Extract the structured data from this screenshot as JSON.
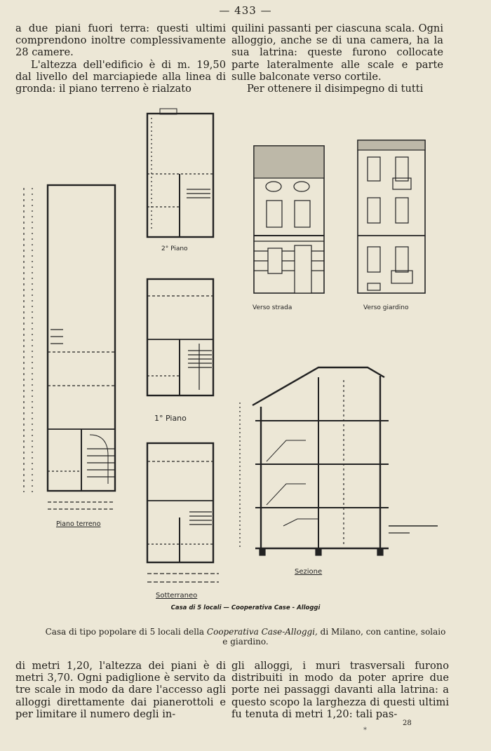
{
  "page_number": "— 433 —",
  "top_left": {
    "p1": "a due piani fuori terra: questi ultimi comprendono inoltre complessivamente 28 camere.",
    "p2": "L'altezza dell'edificio è di m. 19,50 dal livello del marciapiede alla linea di gronda: il piano terreno è rialzato"
  },
  "top_right": {
    "p1": "quilini passanti per ciascuna scala. Ogni alloggio, anche se di una camera, ha la sua latrina: queste furono collocate parte lateralmente alle scale e parte sulle balconate verso cortile.",
    "p2": "Per ottenere il disimpegno di tutti"
  },
  "drawing_labels": {
    "secondo_piano": "2° Piano",
    "primo_piano": "1° Piano",
    "piano_terreno": "Piano terreno",
    "sotterraneo": "Sotterraneo",
    "verso_strada": "Verso strada",
    "verso_giardino": "Verso giardino",
    "sezione": "Sezione"
  },
  "plate_caption": "Casa di 5 locali — Cooperativa Case - Alloggi",
  "figure_caption": {
    "before": "Casa di tipo popolare di 5 locali della ",
    "italic": "Cooperativa Case-Alloggi,",
    "after": " di Milano, con cantine, solaio e giardino."
  },
  "bottom_left": "di metri 1,20, l'altezza dei piani è di metri 3,70. Ogni padiglione è servito da tre scale in modo da dare l'accesso agli alloggi direttamente dai pianerottoli e per limitare il numero degli in-",
  "bottom_right": "gli alloggi, i muri trasversali furono distribuiti in modo da poter aprire due porte nei passaggi davanti alla latrina: a questo scopo la larghezza di questi ultimi fu tenuta di metri 1,20: tali pas-",
  "signature": "28",
  "mark": "*"
}
